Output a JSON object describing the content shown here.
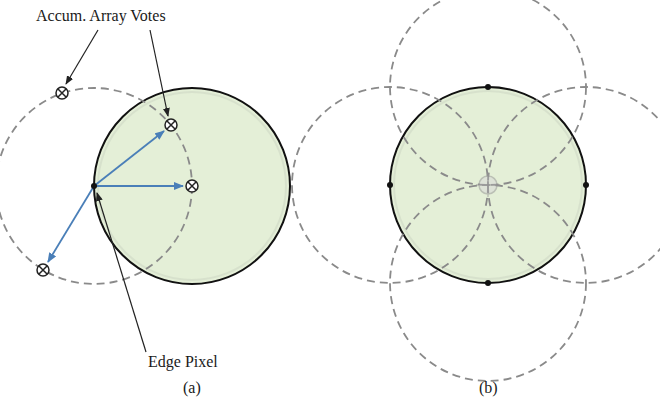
{
  "diagram": {
    "labels": [
      "Accum. Array Votes",
      "Edge Pixel",
      "(a)",
      "(b)"
    ]
  }
}
